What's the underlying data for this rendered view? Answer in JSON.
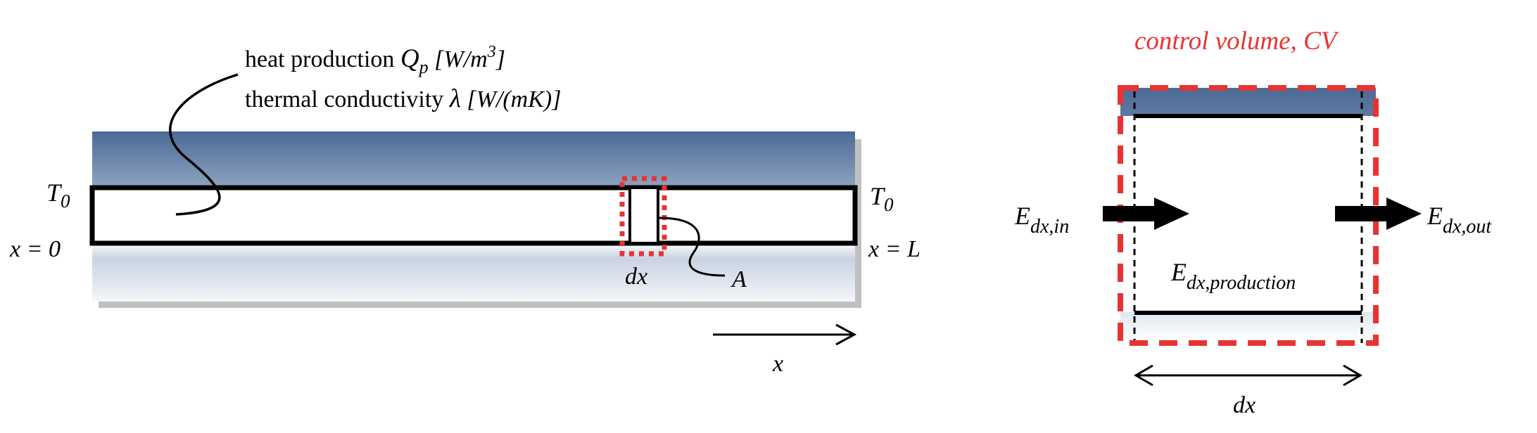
{
  "left_panel": {
    "heat_production_label": "heat production ",
    "heat_symbol": "Q",
    "heat_symbol_sub": "p",
    "heat_units_open": " [W/m",
    "heat_units_exp": "3",
    "heat_units_close": "]",
    "conductivity_label": "thermal conductivity ",
    "conductivity_symbol": "λ",
    "conductivity_units": " [W/(mK)]",
    "left_temp": "T",
    "left_temp_sub": "0",
    "right_temp": "T",
    "right_temp_sub": "0",
    "left_pos": "x = 0",
    "right_pos": "x = L",
    "element_label": "dx",
    "area_label": "A",
    "axis_label": "x"
  },
  "right_panel": {
    "cv_label": "control volume, CV",
    "energy_in": "E",
    "energy_in_sub": "dx,in",
    "energy_out": "E",
    "energy_out_sub": "dx,out",
    "energy_prod": "E",
    "energy_prod_sub": "dx,production",
    "width_label": "dx"
  },
  "colors": {
    "cv_red": "#e83333",
    "gradient_top": "#4c6a96",
    "gradient_mid": "#b9c7d9",
    "shadow_gray": "#c0c0c0"
  }
}
